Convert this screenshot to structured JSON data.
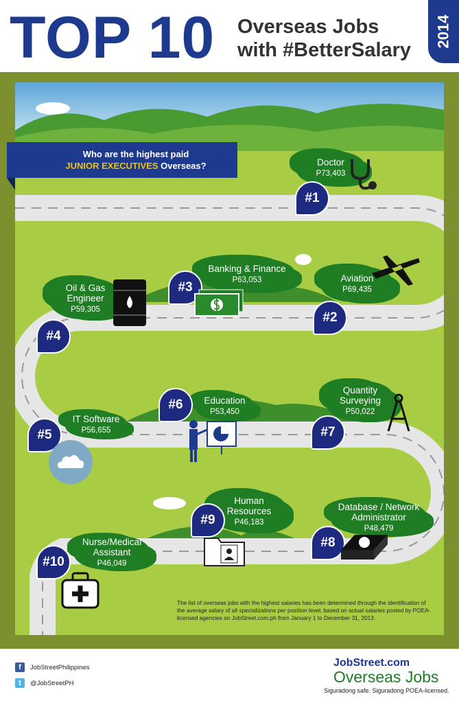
{
  "header": {
    "title": "TOP 10",
    "subtitle_line1": "Overseas Jobs",
    "subtitle_line2": "with #BetterSalary",
    "year": "2014"
  },
  "question": {
    "line1": "Who are the highest paid",
    "highlight": "JUNIOR EXECUTIVES",
    "line2_rest": " Overseas?"
  },
  "jobs": [
    {
      "rank": "#1",
      "title": "Doctor",
      "salary": "P73,403",
      "icon": "stethoscope-icon"
    },
    {
      "rank": "#2",
      "title": "Aviation",
      "salary": "P69,435",
      "icon": "airplane-icon"
    },
    {
      "rank": "#3",
      "title": "Banking & Finance",
      "salary": "P63,053",
      "icon": "money-icon"
    },
    {
      "rank": "#4",
      "title": "Oil & Gas Engineer",
      "salary": "P59,305",
      "icon": "oil-barrel-icon"
    },
    {
      "rank": "#5",
      "title": "IT Software",
      "salary": "P56,655",
      "icon": "cloud-icon"
    },
    {
      "rank": "#6",
      "title": "Education",
      "salary": "P53,450",
      "icon": "presentation-icon"
    },
    {
      "rank": "#7",
      "title": "Quantity Surveying",
      "salary": "P50,022",
      "icon": "compass-icon"
    },
    {
      "rank": "#8",
      "title": "Database / Network Administrator",
      "salary": "P48,479",
      "icon": "hard-drive-icon"
    },
    {
      "rank": "#9",
      "title": "Human Resources",
      "salary": "P46,183",
      "icon": "folder-icon"
    },
    {
      "rank": "#10",
      "title": "Nurse/Medical Assistant",
      "salary": "P46,049",
      "icon": "medical-kit-icon"
    }
  ],
  "note": "The list of overseas jobs with the highest salaries has been determined through the identification of the average salary of all specializations per position level, based on actual salaries posted by POEA-licensed agencies on JobStreet.com.ph from January 1 to December 31, 2013.",
  "footer": {
    "facebook": "JobStreetPhilippines",
    "twitter": "@JobStreetPH",
    "logo_line1": "JobStreet.com",
    "logo_line2": "Overseas Jobs",
    "tagline": "Siguradong safe. Siguradong POEA-licensed."
  },
  "colors": {
    "navy": "#1d3a8f",
    "green": "#1f7d24",
    "grass": "#a9cc45",
    "frame": "#7d9030"
  }
}
